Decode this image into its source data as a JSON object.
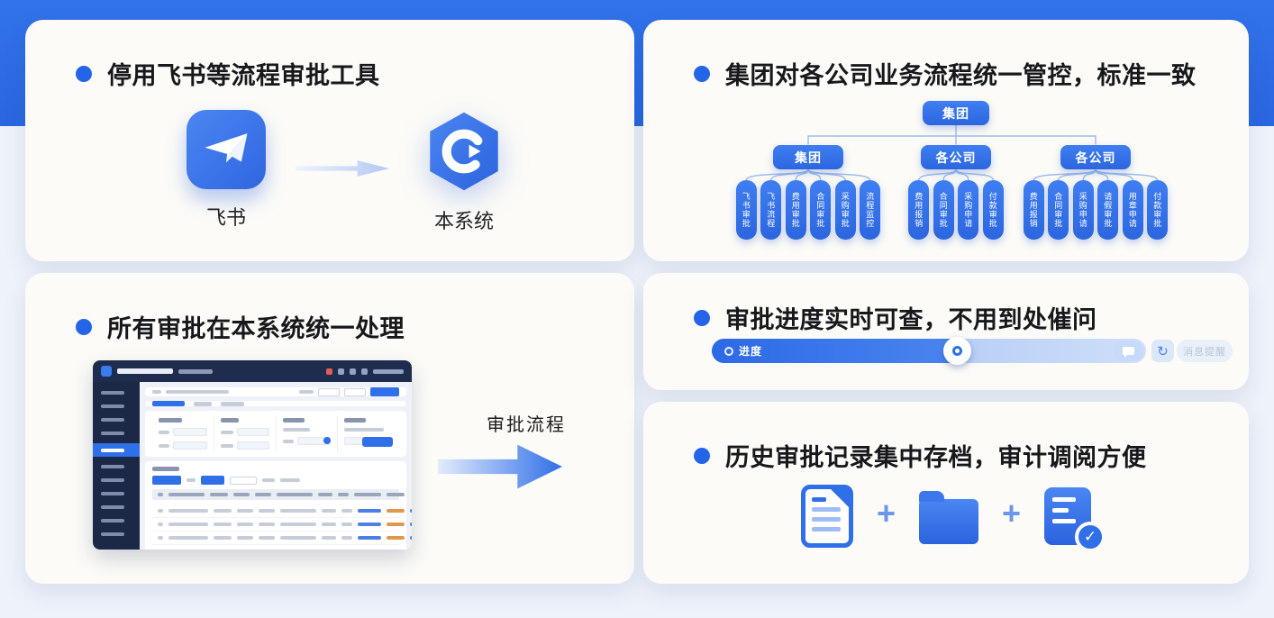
{
  "slide": {
    "band_color": "#2c6ae3",
    "bg_color": "#eef2f9",
    "card_bg": "#fcfbf7",
    "accent": "#2f6fe8"
  },
  "card_feishu": {
    "title": "停用飞书等流程审批工具",
    "source_label": "飞书",
    "target_label": "本系统"
  },
  "card_group": {
    "title": "集团对各公司业务流程统一管控，标准一致",
    "root": "集团",
    "level2": [
      "集团",
      "各公司",
      "各公司"
    ],
    "leaf_groups": [
      [
        "飞书审批",
        "飞书流程",
        "费用审批",
        "合同审批",
        "采购审批",
        "流程监控"
      ],
      [
        "费用报销",
        "合同审批",
        "采购申请",
        "付款审批"
      ],
      [
        "费用报销",
        "合同审批",
        "采购申请",
        "请假审批",
        "用章申请",
        "付款审批"
      ]
    ]
  },
  "card_unified": {
    "title": "所有审批在本系统统一处理",
    "arrow_label": "审批流程"
  },
  "card_progress": {
    "title": "审批进度实时可查，不用到处催问",
    "bar_label": "进度",
    "reminder_label": "消息提醒"
  },
  "card_archive": {
    "title": "历史审批记录集中存档，审计调阅方便",
    "plus": "+"
  },
  "screenshot": {
    "sidebar_items": 11,
    "active_item_index": 4,
    "table_rows": 5,
    "pagination_items": 9
  },
  "icons": {
    "sync_icon": "↻",
    "check_icon": "✓",
    "feishu_logo": "paper-plane",
    "system_logo": "hexagon-c"
  }
}
